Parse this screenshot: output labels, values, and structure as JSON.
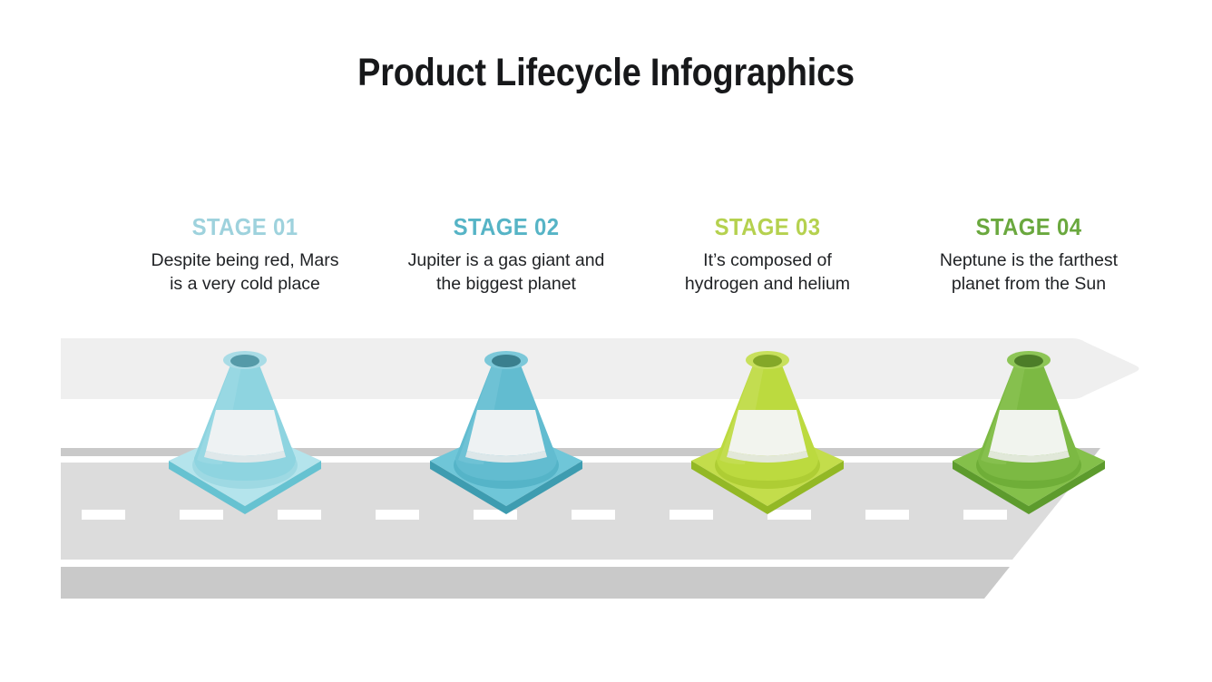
{
  "slide": {
    "title": "Product Lifecycle Infographics",
    "background_color": "#ffffff",
    "title_color": "#17181a"
  },
  "stages": [
    {
      "label": "STAGE 01",
      "label_color": "#9ed2dd",
      "description_lines": [
        "Despite being red, Mars",
        "is a very cold place"
      ],
      "cone_color": "#8ed4e0",
      "cone_shadow_color": "#79c5d3",
      "cone_top_color": "#a9dce6",
      "cone_hole_color": "#559aa8",
      "base_top_color": "#b4e4ec",
      "base_shade_color": "#9ed9e3",
      "base_edge_color": "#66c2d1",
      "stripe_color": "#eef2f3",
      "stripe_shadow_color": "#dfe8ea"
    },
    {
      "label": "STAGE 02",
      "label_color": "#56b4c6",
      "description_lines": [
        "Jupiter is a gas giant and",
        "the biggest planet"
      ],
      "cone_color": "#62bcd0",
      "cone_shadow_color": "#4aa8bd",
      "cone_top_color": "#7cc8d9",
      "cone_hole_color": "#3a7f8e",
      "base_top_color": "#6fc6d8",
      "base_shade_color": "#55b4c8",
      "base_edge_color": "#3e9cb0",
      "stripe_color": "#eef2f3",
      "stripe_shadow_color": "#dde7e9"
    },
    {
      "label": "STAGE 03",
      "label_color": "#b5d14f",
      "description_lines": [
        "It’s composed of",
        "hydrogen and helium"
      ],
      "cone_color": "#bcda3f",
      "cone_shadow_color": "#a8c92f",
      "cone_top_color": "#c8e05c",
      "cone_hole_color": "#84a828",
      "base_top_color": "#c3dd4b",
      "base_shade_color": "#aecd34",
      "base_edge_color": "#93b825",
      "stripe_color": "#f2f4ee",
      "stripe_shadow_color": "#e3e8d9"
    },
    {
      "label": "STAGE 04",
      "label_color": "#6aa83e",
      "description_lines": [
        "Neptune is the farthest",
        "planet from the Sun"
      ],
      "cone_color": "#7cb943",
      "cone_shadow_color": "#68a634",
      "cone_top_color": "#8dc556",
      "cone_hole_color": "#4c7d28",
      "base_top_color": "#84c04a",
      "base_shade_color": "#6fae38",
      "base_edge_color": "#5d9b2d",
      "stripe_color": "#f1f4ee",
      "stripe_shadow_color": "#e1e8d9"
    }
  ],
  "scene": {
    "banner": {
      "name": "progress-arrow-banner",
      "color": "#efefef"
    },
    "road": {
      "surface_color": "#dcdcdc",
      "kerb_color": "#c9c9c9",
      "line_color": "#c9c9c9",
      "dash_color": "#ffffff",
      "dash_count": 14
    }
  }
}
